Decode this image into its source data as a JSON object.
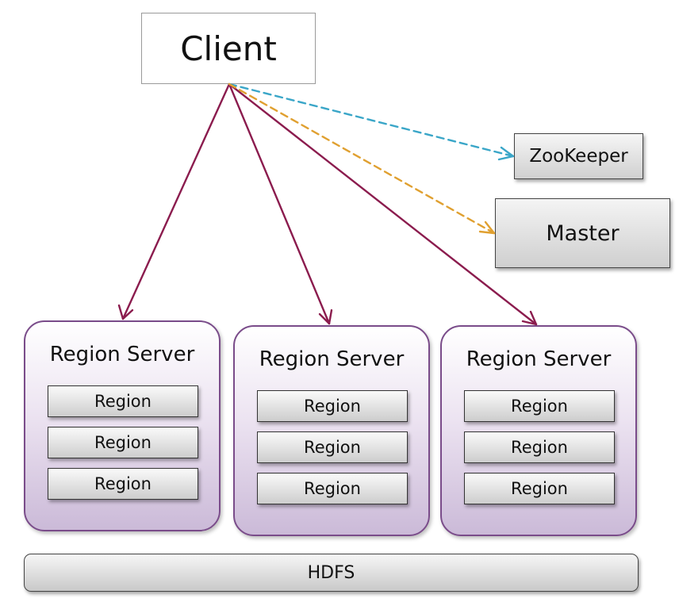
{
  "client": {
    "label": "Client"
  },
  "zookeeper": {
    "label": "ZooKeeper"
  },
  "master": {
    "label": "Master"
  },
  "region_servers": [
    {
      "title": "Region Server",
      "regions": [
        "Region",
        "Region",
        "Region"
      ]
    },
    {
      "title": "Region Server",
      "regions": [
        "Region",
        "Region",
        "Region"
      ]
    },
    {
      "title": "Region Server",
      "regions": [
        "Region",
        "Region",
        "Region"
      ]
    }
  ],
  "hdfs": {
    "label": "HDFS"
  },
  "colors": {
    "solid_arrow": "#8b1c4e",
    "zookeeper_dashed_arrow": "#3aa6c8",
    "master_dashed_arrow": "#e0a030",
    "region_server_border": "#7a4c8a",
    "region_server_fill": "#cbbad8"
  }
}
